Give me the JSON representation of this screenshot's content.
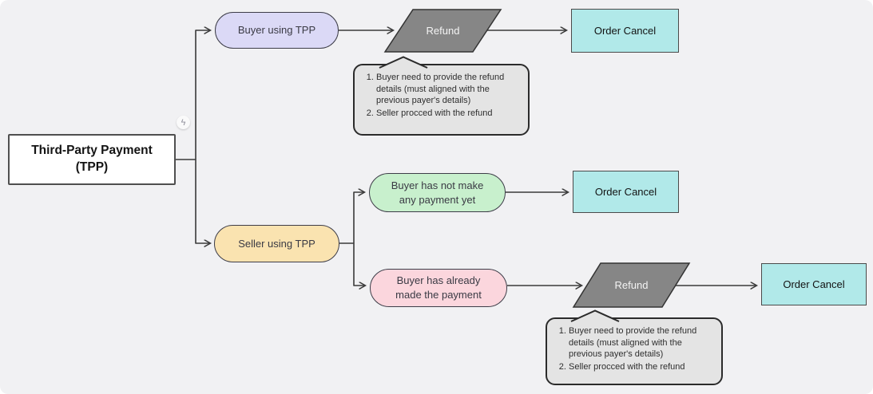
{
  "diagram": {
    "root": {
      "label": "Third-Party Payment\n(TPP)"
    },
    "buyer_branch": {
      "label": "Buyer using TPP"
    },
    "seller_branch": {
      "label": "Seller using TPP"
    },
    "no_payment": {
      "label": "Buyer has not make\nany payment yet"
    },
    "already_paid": {
      "label": "Buyer has already\nmade the payment"
    },
    "refund_top": {
      "label": "Refund"
    },
    "refund_bottom": {
      "label": "Refund"
    },
    "order_cancel_top": {
      "label": "Order Cancel"
    },
    "order_cancel_middle": {
      "label": "Order Cancel"
    },
    "order_cancel_bottom": {
      "label": "Order Cancel"
    },
    "notes": {
      "top": {
        "items": [
          "Buyer need to provide the refund details (must aligned with the previous payer's details)",
          "Seller procced with the refund"
        ]
      },
      "bottom": {
        "items": [
          "Buyer need to provide the refund details (must aligned with the previous payer's details)",
          "Seller procced with the refund"
        ]
      }
    },
    "icons": {
      "quick_connect": "ϟ"
    },
    "colors": {
      "background": "#f1f1f3",
      "connector": "#3a3a3a",
      "lavender": "#dbd9f6",
      "yellow": "#fae3b0",
      "green": "#c8f0cd",
      "pink": "#fbd6dd",
      "cyan": "#b1e9e9",
      "parallelogram": "#868686",
      "note": "#e4e4e4"
    }
  }
}
